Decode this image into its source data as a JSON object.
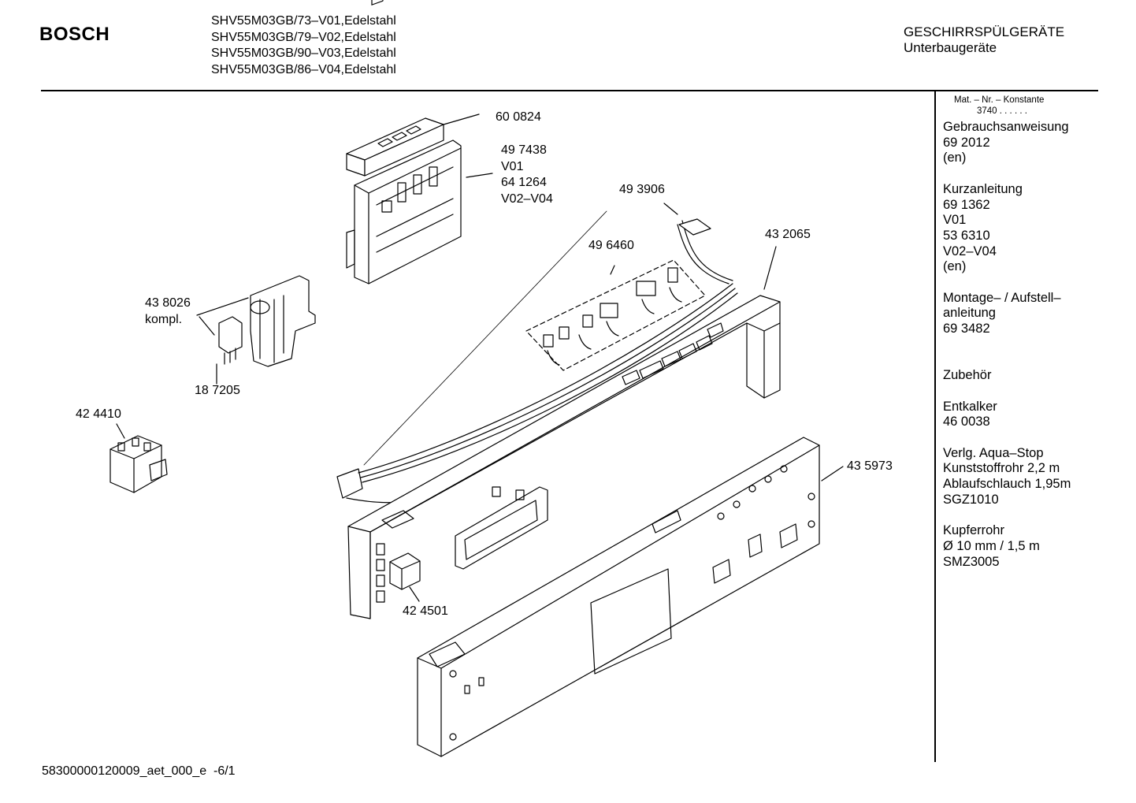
{
  "header": {
    "brand": "BOSCH",
    "models": [
      "SHV55M03GB/73–V01,Edelstahl",
      "SHV55M03GB/79–V02,Edelstahl",
      "SHV55M03GB/90–V03,Edelstahl",
      "SHV55M03GB/86–V04,Edelstahl"
    ],
    "category": "GESCHIRRSPÜLGERÄTE",
    "subcategory": "Unterbaugeräte"
  },
  "sidebar": {
    "matnr_title": "Mat. – Nr. – Konstante",
    "matnr_value": "3740 . . . . . .",
    "lines": [
      "Gebrauchsanweisung",
      "69 2012",
      "(en)",
      "",
      "Kurzanleitung",
      "69 1362",
      "V01",
      "53 6310",
      "V02–V04",
      "(en)",
      "",
      "Montage– / Aufstell–",
      "anleitung",
      "69 3482",
      "",
      "",
      "Zubehör",
      "",
      "Entkalker",
      "46 0038",
      "",
      "Verlg. Aqua–Stop",
      "Kunststoffrohr 2,2 m",
      "Ablaufschlauch 1,95m",
      "SGZ1010",
      "",
      "Kupferrohr",
      "Ø 10 mm / 1,5 m",
      "SMZ3005"
    ]
  },
  "parts": {
    "p600824": "60 0824",
    "p497438": [
      "49 7438",
      "V01",
      "64 1264",
      "V02–V04"
    ],
    "p493906": "49 3906",
    "p496460": "49 6460",
    "p432065": "43 2065",
    "p438026": [
      "43 8026",
      "kompl."
    ],
    "p187205": "18 7205",
    "p424410": "42 4410",
    "p435973": "43 5973",
    "p424501": "42 4501"
  },
  "footer": {
    "code": "58300000120009_aet_000_e",
    "page": "-6/1"
  }
}
